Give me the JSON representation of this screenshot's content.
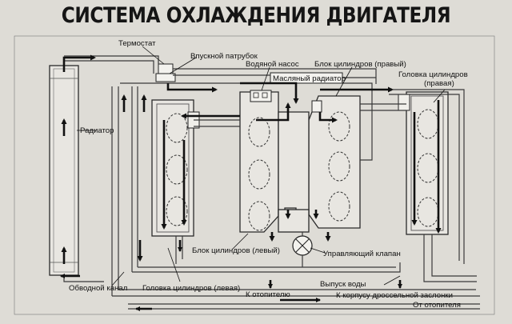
{
  "title": "СИСТЕМА ОХЛАЖДЕНИЯ ДВИГАТЕЛЯ",
  "labels": {
    "thermostat": "Термостат",
    "intake": "Впускной патрубок",
    "water_pump": "Водяной насос",
    "block_right": "Блок цилиндров (правый)",
    "oil_cooler": "Масляный радиатор",
    "head_right_1": "Головка цилиндров",
    "head_right_2": "(правая)",
    "radiator": "Радиатор",
    "block_left": "Блок цилиндров (левый)",
    "control_valve": "Управляющий клапан",
    "bypass": "Обводной канал",
    "head_left": "Головка цилиндров (левая)",
    "to_heater": "К отопителю",
    "water_outlet": "Выпуск воды",
    "to_throttle": "К корпусу дроссельной заслонки",
    "from_heater": "От отопителя"
  }
}
